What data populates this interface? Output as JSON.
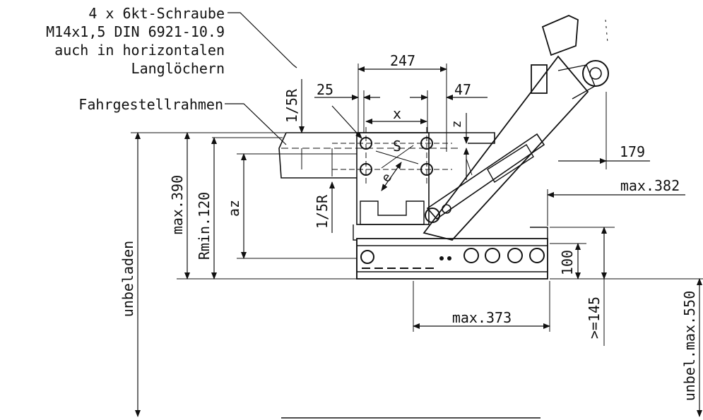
{
  "notes": {
    "screw_line1": "4 x 6kt-Schraube",
    "screw_line2": "M14x1,5 DIN 6921-10.9",
    "screw_line3": "auch in horizontalen",
    "screw_line4": "Langlöchern",
    "frame_label": "Fahrgestellrahmen"
  },
  "dimensions": {
    "width_247": "247",
    "offset_25": "25",
    "offset_47": "47",
    "var_x": "x",
    "var_z": "z",
    "point_s": "S",
    "var_e": "e",
    "ratio_top": "1/5R",
    "ratio_bottom": "1/5R",
    "dim_179": "179",
    "max_382": "max.382",
    "max_373": "max.373",
    "h_100": "100",
    "min_145": ">=145",
    "max_390": "max.390",
    "rmin_120": "Rmin.120",
    "var_az": "az",
    "unbeladen": "unbeladen",
    "unbel_max_550": "unbel.max.550"
  },
  "colors": {
    "ink": "#111111",
    "background": "#ffffff"
  }
}
